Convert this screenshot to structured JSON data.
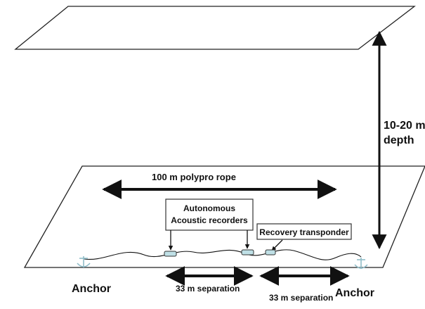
{
  "labels": {
    "rope": "100 m polypro rope",
    "recorders_line1": "Autonomous",
    "recorders_line2": "Acoustic recorders",
    "transponder": "Recovery transponder",
    "depth_line1": "10-20 m",
    "depth_line2": "depth",
    "anchor_left": "Anchor",
    "anchor_right": "Anchor",
    "separation_1": "33 m separation",
    "separation_2": "33 m separation"
  },
  "colors": {
    "line": "#111111",
    "device": "#bfe0e6",
    "anchor": "#a9cfd8"
  },
  "icons": [
    "anchor-icon",
    "recorder-device-icon",
    "transponder-device-icon"
  ]
}
